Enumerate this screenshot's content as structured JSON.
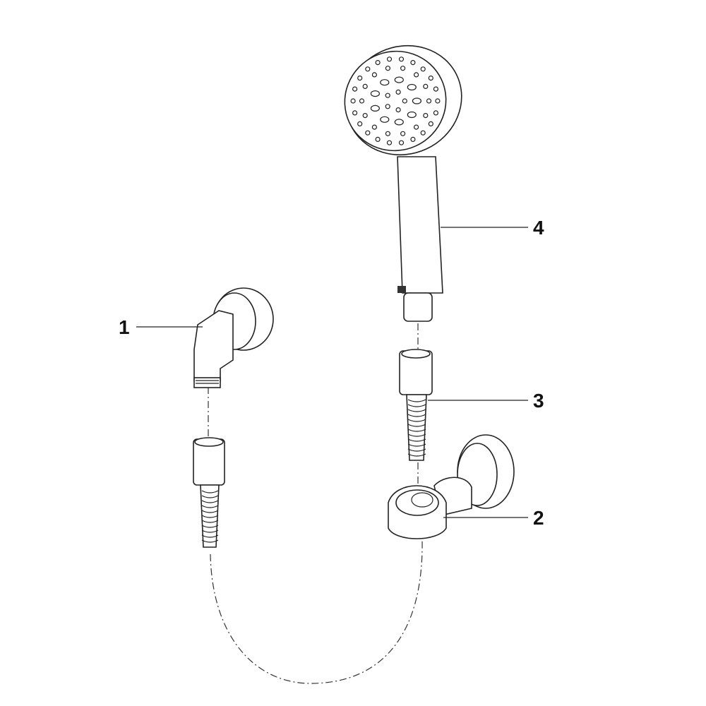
{
  "callouts": [
    {
      "number": "1",
      "part": "wall-outlet-elbow"
    },
    {
      "number": "2",
      "part": "shower-holder"
    },
    {
      "number": "3",
      "part": "hose-connector-upper"
    },
    {
      "number": "4",
      "part": "hand-shower"
    }
  ],
  "colors": {
    "line": "#222222",
    "background": "#ffffff"
  }
}
